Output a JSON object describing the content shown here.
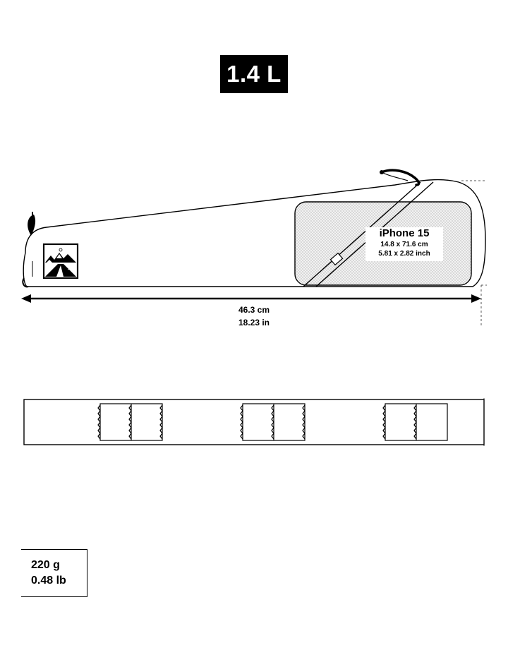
{
  "capacity": "1.4 L",
  "length": {
    "cm": "46.3 cm",
    "in": "18.23 in"
  },
  "phone": {
    "name": "iPhone 15",
    "size_cm": "14.8 x 71.6 cm",
    "size_in": "5.81 x 2.82 inch"
  },
  "weight": {
    "grams": "220 g",
    "pounds": "0.48 lb"
  },
  "colors": {
    "ink": "#000000",
    "phone_fill": "#e6e6e6",
    "background": "#ffffff"
  },
  "icons": [
    "mountain-logo-icon",
    "double-arrow-icon",
    "velcro-strap-icon",
    "zipper-pull-icon"
  ]
}
